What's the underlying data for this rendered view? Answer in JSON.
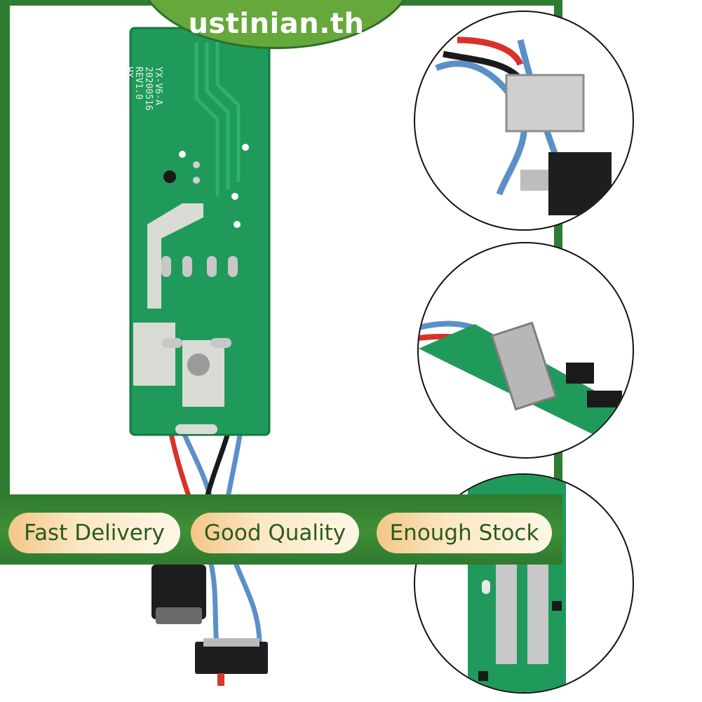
{
  "brand": {
    "logo_text": "ustinian.th"
  },
  "banner": {
    "badges": [
      "Fast Delivery",
      "Good Quality",
      "Enough Stock"
    ]
  },
  "board": {
    "marking": [
      "YX-V6-A",
      "20200516",
      "REV1.0",
      "HX"
    ]
  },
  "colors": {
    "frame_green": "#2e7d32",
    "logo_green": "#66a83c",
    "pcb_green": "#1f9a5a",
    "badge_text": "#2b5a1e",
    "badge_fill": "#fbe7c3"
  }
}
